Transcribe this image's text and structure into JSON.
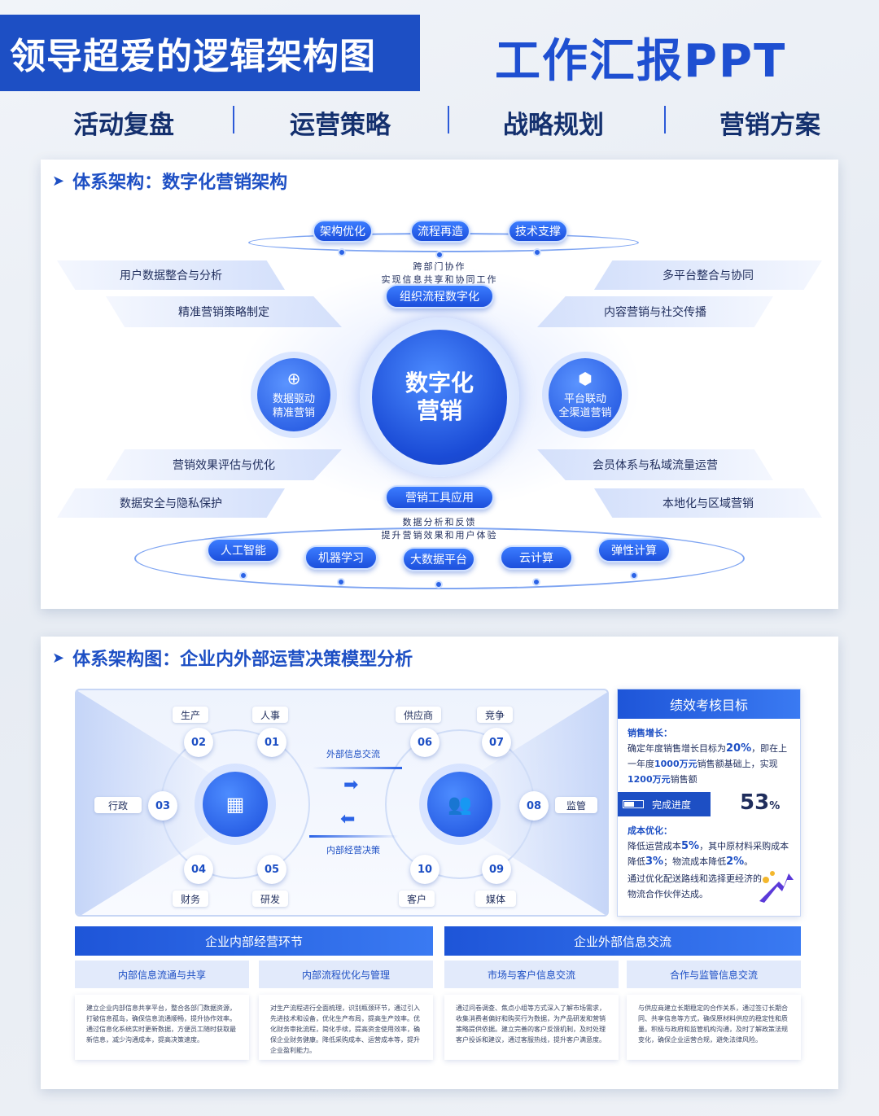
{
  "header": {
    "title": "领导超爱的逻辑架构图",
    "subtitle": "工作汇报PPT",
    "tags": [
      "活动复盘",
      "运营策略",
      "战略规划",
      "营销方案"
    ]
  },
  "section1": {
    "title": "体系架构：数字化营销架构",
    "top_pills": [
      "架构优化",
      "流程再造",
      "技术支撑"
    ],
    "top_caption": [
      "跨部门协作",
      "实现信息共享和协同工作"
    ],
    "top_center_pill": "组织流程数字化",
    "center": [
      "数字化",
      "营销"
    ],
    "left_circle": [
      "数据驱动",
      "精准营销"
    ],
    "right_circle": [
      "平台联动",
      "全渠道营销"
    ],
    "left_ribbons": [
      "用户数据整合与分析",
      "精准营销策略制定",
      "营销效果评估与优化",
      "数据安全与隐私保护"
    ],
    "right_ribbons": [
      "多平台整合与协同",
      "内容营销与社交传播",
      "会员体系与私域流量运营",
      "本地化与区域营销"
    ],
    "bottom_center_pill": "营销工具应用",
    "bottom_caption": [
      "数据分析和反馈",
      "提升营销效果和用户体验"
    ],
    "bottom_pills": [
      "人工智能",
      "机器学习",
      "大数据平台",
      "云计算",
      "弹性计算"
    ]
  },
  "section2": {
    "title": "体系架构图：企业内外部运营决策模型分析",
    "left_nodes": [
      {
        "num": "02",
        "label": "生产"
      },
      {
        "num": "01",
        "label": "人事"
      },
      {
        "num": "03",
        "label": "行政"
      },
      {
        "num": "04",
        "label": "财务"
      },
      {
        "num": "05",
        "label": "研发"
      }
    ],
    "right_nodes": [
      {
        "num": "06",
        "label": "供应商"
      },
      {
        "num": "07",
        "label": "竞争"
      },
      {
        "num": "08",
        "label": "监管"
      },
      {
        "num": "10",
        "label": "客户"
      },
      {
        "num": "09",
        "label": "媒体"
      }
    ],
    "arrow_top": "外部信息交流",
    "arrow_bottom": "内部经营决策",
    "perf": {
      "title": "绩效考核目标",
      "sales_title": "销售增长：",
      "sales_text_1": "确定年度销售增长目标为",
      "sales_pct": "20%",
      "sales_text_2": "，即在上一年度",
      "sales_amount_1": "1000万元",
      "sales_text_3": "销售额基础上，实现",
      "sales_amount_2": "1200万元",
      "sales_text_4": "销售额",
      "progress_label": "完成进度",
      "progress_value": "53",
      "progress_unit": "%",
      "progress_fraction": 0.53,
      "cost_title": "成本优化：",
      "cost_text_1": "降低运营成本",
      "cost_pct_1": "5%",
      "cost_text_2": "，其中原材料采购成本降低",
      "cost_pct_2": "3%",
      "cost_text_3": "；物流成本降低",
      "cost_pct_3": "2%",
      "cost_text_4": "。",
      "cost_text_5": "通过优化配送路线和选择更经济的物流合作伙伴达成。"
    },
    "internal": {
      "title": "企业内部经营环节",
      "cols": [
        {
          "head": "内部信息流通与共享",
          "text": "建立企业内部信息共享平台，整合各部门数据资源，打破信息孤岛，确保信息流通顺畅，提升协作效率。通过信息化系统实时更新数据，方便员工随时获取最新信息，减少沟通成本，提高决策速度。"
        },
        {
          "head": "内部流程优化与管理",
          "text": "对生产流程进行全面梳理，识别瓶颈环节，通过引入先进技术和设备，优化生产布局，提高生产效率。优化财务审批流程，简化手续，提高资金使用效率，确保企业财务健康。降低采购成本、运营成本等，提升企业盈利能力。"
        }
      ]
    },
    "external": {
      "title": "企业外部信息交流",
      "cols": [
        {
          "head": "市场与客户信息交流",
          "text": "通过问卷调查、焦点小组等方式深入了解市场需求，收集消费者偏好和购买行为数据，为产品研发和营销策略提供依据。建立完善的客户反馈机制，及时处理客户投诉和建议，通过客服热线，提升客户满意度。"
        },
        {
          "head": "合作与监管信息交流",
          "text": "与供应商建立长期稳定的合作关系，通过签订长期合同、共享信息等方式，确保原材料供应的稳定性和质量。积极与政府和监管机构沟通，及时了解政策法规变化，确保企业运营合规，避免法律风险。"
        }
      ]
    }
  },
  "colors": {
    "brand": "#1d4fc4",
    "accent": "#2b63e6",
    "light": "#e2eafb"
  }
}
